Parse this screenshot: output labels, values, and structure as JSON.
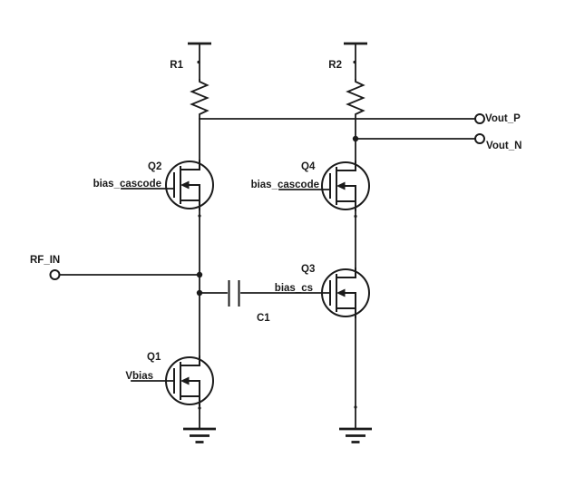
{
  "colors": {
    "line": "#1b1b1b",
    "background": "#ffffff"
  },
  "schematic": {
    "kind": "analog-circuit-schematic",
    "description": "Differential cascode RF amplifier with capacitive coupling",
    "ports": {
      "rf_in": "RF_IN",
      "vout_p": "Vout_P",
      "vout_n": "Vout_N"
    },
    "nets": {
      "q2_gate": "bias_cascode",
      "q4_gate": "bias_cascode",
      "q3_gate": "bias_cs",
      "q1_gate": "Vbias"
    },
    "components": {
      "r1": "R1",
      "r2": "R2",
      "c1": "C1",
      "q1": "Q1",
      "q2": "Q2",
      "q3": "Q3",
      "q4": "Q4"
    }
  }
}
